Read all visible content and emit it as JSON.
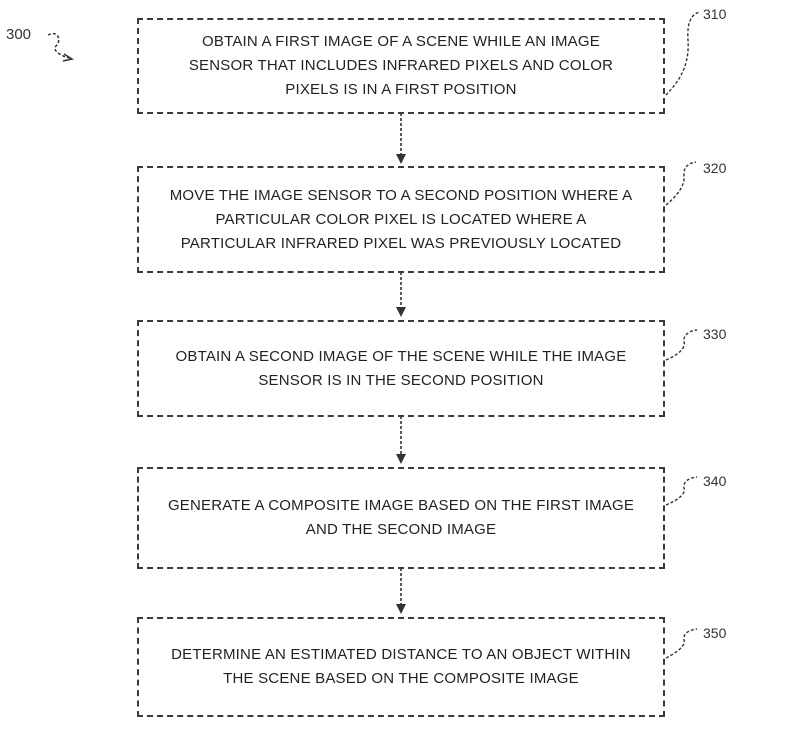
{
  "figure": {
    "label": "300"
  },
  "steps": [
    {
      "ref": "310",
      "text": "OBTAIN A FIRST IMAGE OF A SCENE WHILE AN IMAGE\nSENSOR THAT INCLUDES INFRARED PIXELS AND COLOR\nPIXELS IS IN A FIRST POSITION"
    },
    {
      "ref": "320",
      "text": "MOVE THE IMAGE SENSOR TO A SECOND POSITION WHERE A\nPARTICULAR COLOR PIXEL IS LOCATED WHERE A\nPARTICULAR INFRARED PIXEL WAS PREVIOUSLY LOCATED"
    },
    {
      "ref": "330",
      "text": "OBTAIN A SECOND IMAGE OF THE SCENE WHILE THE IMAGE\nSENSOR IS IN THE SECOND POSITION"
    },
    {
      "ref": "340",
      "text": "GENERATE A COMPOSITE IMAGE BASED ON THE FIRST IMAGE\nAND THE SECOND IMAGE"
    },
    {
      "ref": "350",
      "text": "DETERMINE AN ESTIMATED DISTANCE TO AN OBJECT WITHIN\nTHE SCENE BASED ON THE COMPOSITE IMAGE"
    }
  ]
}
